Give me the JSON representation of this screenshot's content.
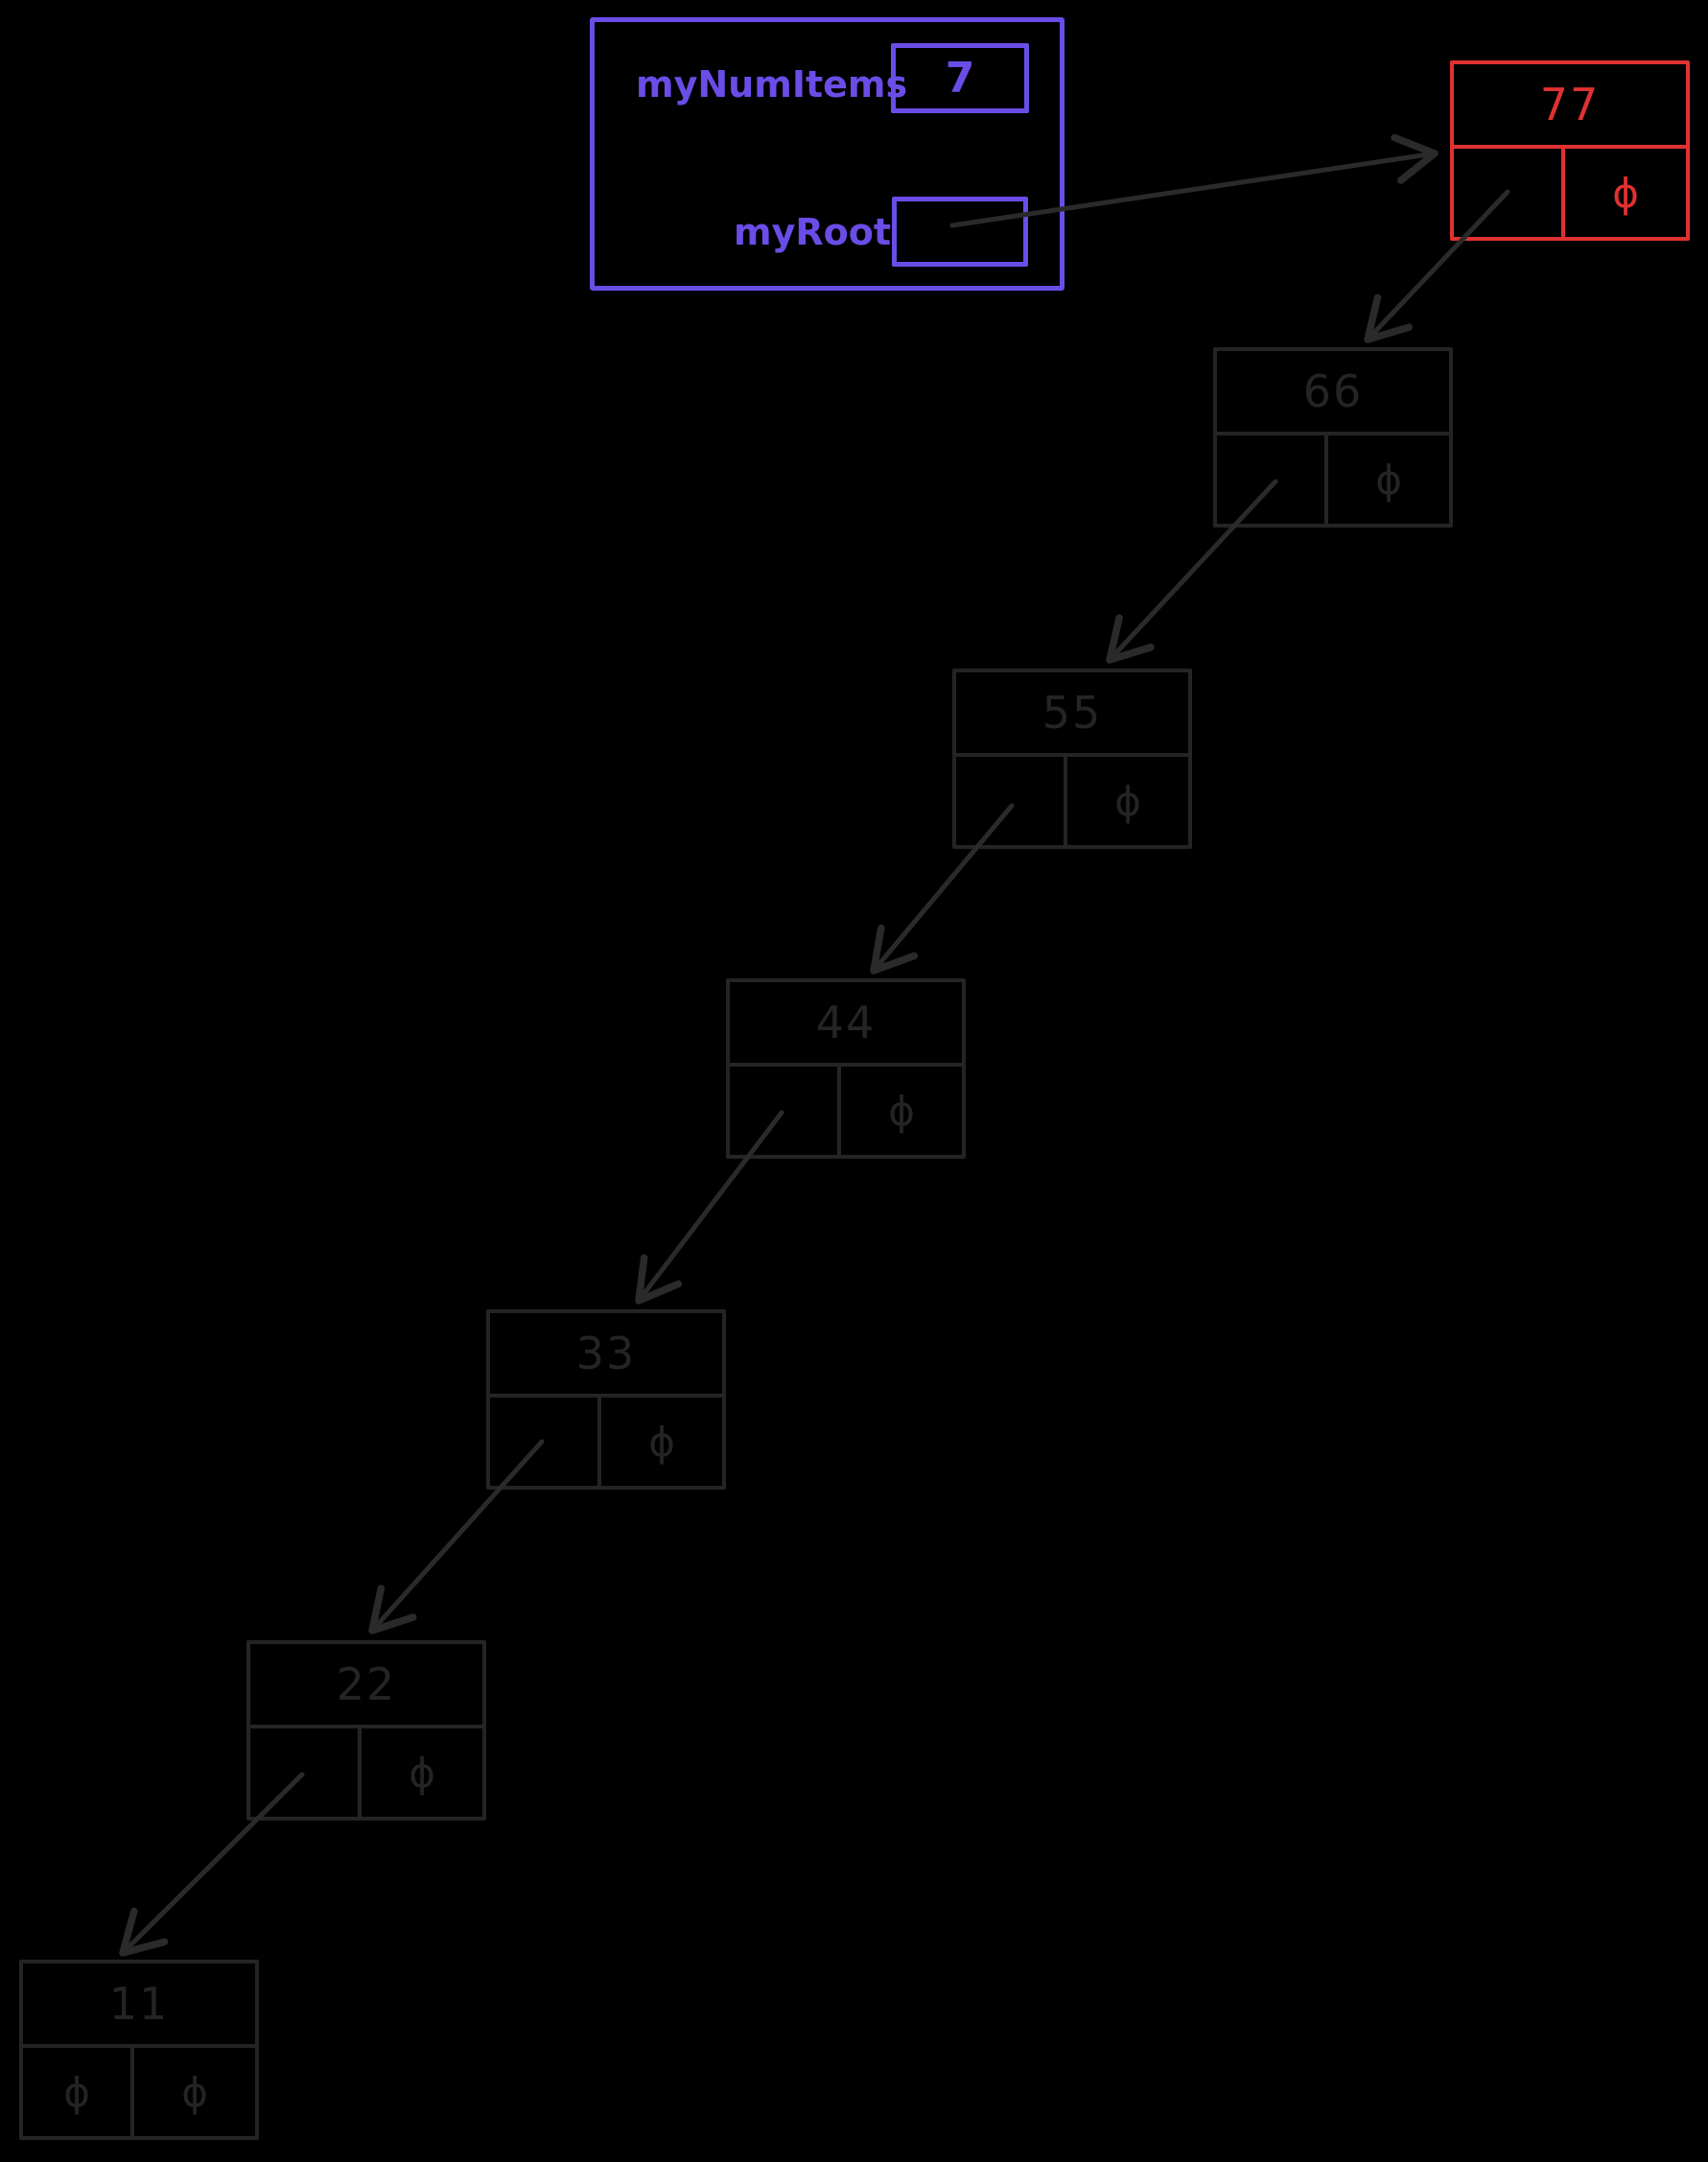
{
  "diagram": {
    "title": "singly linked list with header variables",
    "background_color": "#000000",
    "stroke_color": "#242424",
    "arrow_color": "#2a2a2a",
    "header": {
      "accent_color": "#6a4de6",
      "num_items_label": "myNumItems",
      "num_items_value": "7",
      "root_label": "myRoot",
      "root_value": ""
    },
    "null_symbol": "ϕ",
    "highlight_color": "#e03131",
    "nodes": [
      {
        "value": "77",
        "left_ptr": "",
        "right_ptr": "ϕ",
        "highlighted": true
      },
      {
        "value": "66",
        "left_ptr": "",
        "right_ptr": "ϕ",
        "highlighted": false
      },
      {
        "value": "55",
        "left_ptr": "",
        "right_ptr": "ϕ",
        "highlighted": false
      },
      {
        "value": "44",
        "left_ptr": "",
        "right_ptr": "ϕ",
        "highlighted": false
      },
      {
        "value": "33",
        "left_ptr": "",
        "right_ptr": "ϕ",
        "highlighted": false
      },
      {
        "value": "22",
        "left_ptr": "",
        "right_ptr": "ϕ",
        "highlighted": false
      },
      {
        "value": "11",
        "left_ptr": "ϕ",
        "right_ptr": "ϕ",
        "highlighted": false
      }
    ],
    "links": [
      {
        "from": "myRoot",
        "to": "77"
      },
      {
        "from": "77",
        "to": "66"
      },
      {
        "from": "66",
        "to": "55"
      },
      {
        "from": "55",
        "to": "44"
      },
      {
        "from": "44",
        "to": "33"
      },
      {
        "from": "33",
        "to": "22"
      },
      {
        "from": "22",
        "to": "11"
      }
    ]
  }
}
